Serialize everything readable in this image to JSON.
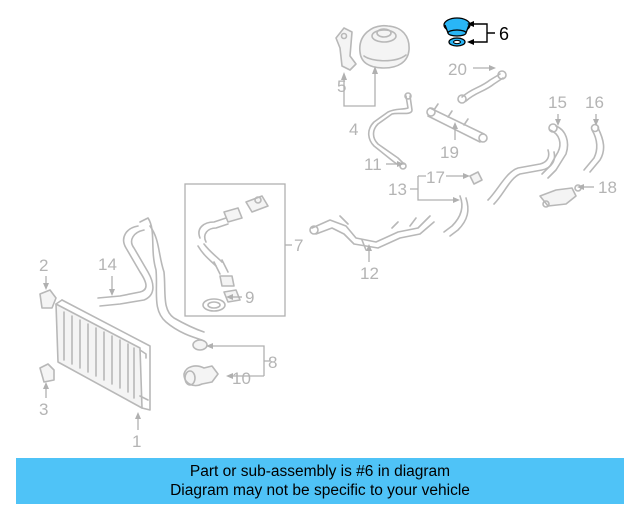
{
  "diagram": {
    "callouts": [
      {
        "id": "1",
        "label": "1"
      },
      {
        "id": "2",
        "label": "2"
      },
      {
        "id": "3",
        "label": "3"
      },
      {
        "id": "4",
        "label": "4"
      },
      {
        "id": "5",
        "label": "5"
      },
      {
        "id": "6",
        "label": "6",
        "highlighted": true
      },
      {
        "id": "7",
        "label": "7"
      },
      {
        "id": "8",
        "label": "8"
      },
      {
        "id": "9",
        "label": "9"
      },
      {
        "id": "10",
        "label": "10"
      },
      {
        "id": "11",
        "label": "11"
      },
      {
        "id": "12",
        "label": "12"
      },
      {
        "id": "13",
        "label": "13"
      },
      {
        "id": "14",
        "label": "14"
      },
      {
        "id": "15",
        "label": "15"
      },
      {
        "id": "16",
        "label": "16"
      },
      {
        "id": "17",
        "label": "17"
      },
      {
        "id": "18",
        "label": "18"
      },
      {
        "id": "19",
        "label": "19"
      },
      {
        "id": "20",
        "label": "20"
      }
    ],
    "highlight_color": "#29b6f6",
    "part_color": "#b8b8b8"
  },
  "banner": {
    "line1": "Part or sub-assembly is #6 in diagram",
    "line2": "Diagram may not be specific to your vehicle",
    "background": "#4fc3f7"
  }
}
